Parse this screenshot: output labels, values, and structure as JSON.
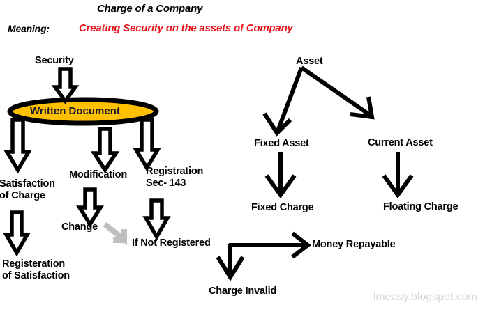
{
  "header": {
    "title": "Charge of a Company",
    "meaning_label": "Meaning:",
    "meaning_value": "Creating Security on the assets of Company"
  },
  "colors": {
    "ellipse_fill": "#FFC000",
    "ellipse_stroke": "#000000",
    "accent_red": "#e8141c",
    "gray_arrow": "#BFBFBF",
    "watermark": "#d5d5dd",
    "text": "#000000"
  },
  "nodes": {
    "security": "Security",
    "written_document": "Written Document",
    "satisfaction_of_charge": "Satisfaction\nof Charge",
    "modification": "Modification",
    "registration_sec143": "Registration\nSec- 143",
    "registeration_of_satisfaction": "Registeration\nof Satisfaction",
    "change": "Change",
    "if_not_registered": "If Not Registered",
    "charge_invalid": "Charge Invalid",
    "money_repayable": "Money Repayable",
    "asset": "Asset",
    "fixed_asset": "Fixed Asset",
    "current_asset": "Current Asset",
    "fixed_charge": "Fixed Charge",
    "floating_charge": "Floating Charge"
  },
  "watermark": {
    "text": "lmeasy.blogspot.com"
  },
  "arrows": {
    "security_to_document": "block-arrow-down",
    "document_to_satisfaction": "block-arrow-down",
    "document_to_modification": "block-arrow-down",
    "document_to_registration": "block-arrow-down",
    "satisfaction_to_registeration": "block-arrow-down",
    "modification_to_change": "block-arrow-down",
    "registration_to_ifnotregistered": "block-arrow-down",
    "change_to_ifnotregistered": "gray-diagonal-arrow",
    "ifnotregistered_to_money": "line-arrow-right",
    "ifnotregistered_to_chargeinvalid": "line-arrow-down",
    "asset_to_fixed_asset": "line-arrow-diagonal-left",
    "asset_to_current_asset": "line-arrow-diagonal-right",
    "fixed_asset_to_fixed_charge": "line-arrow-down",
    "current_asset_to_floating_charge": "line-arrow-down"
  }
}
